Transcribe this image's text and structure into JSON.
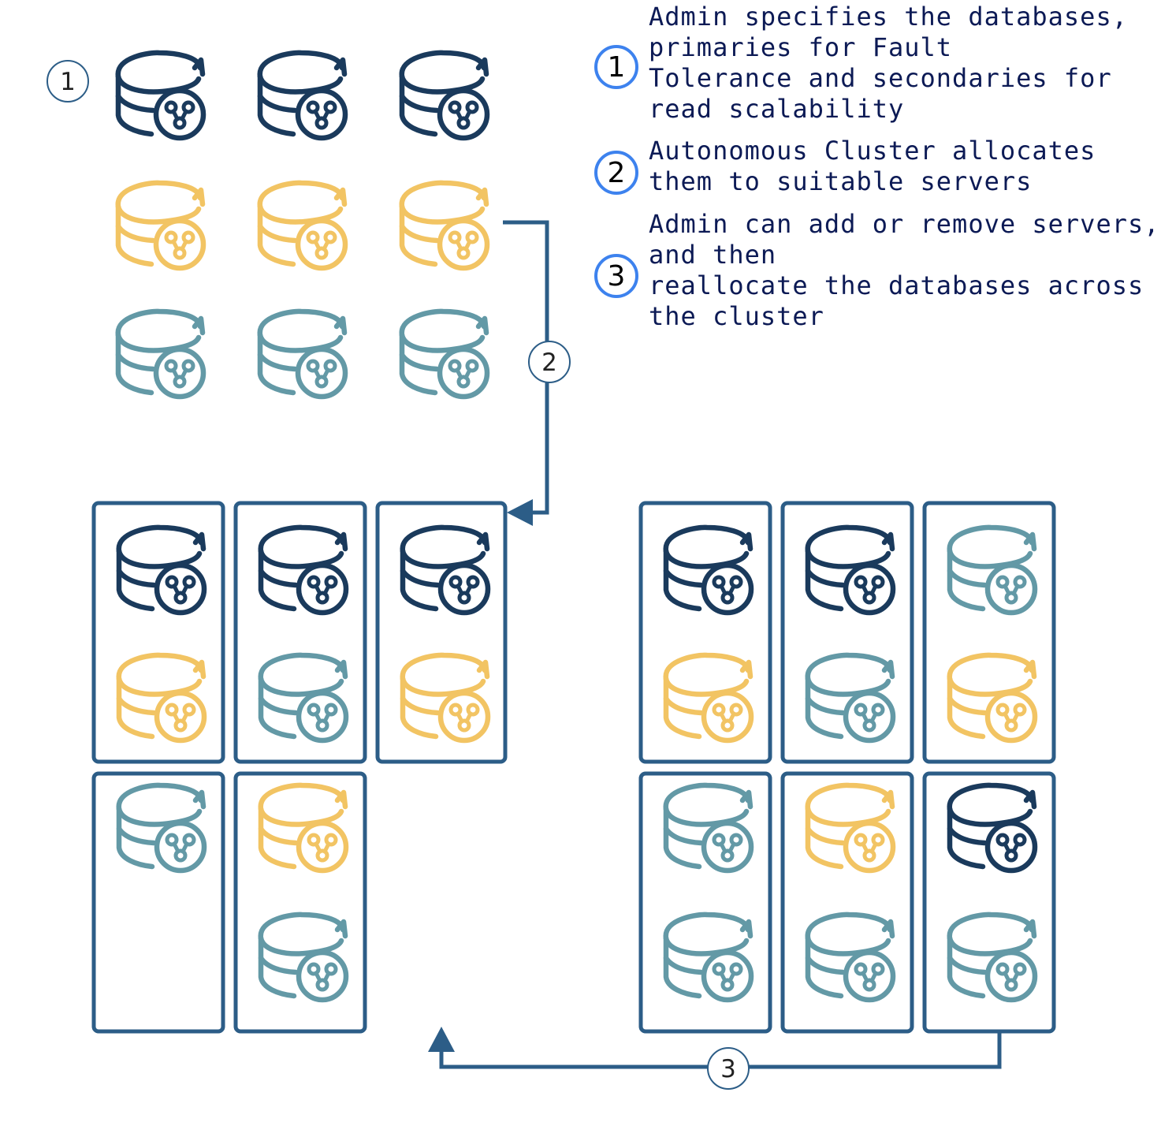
{
  "legend": [
    {
      "number": "1",
      "text": "Admin specifies the databases,\nprimaries for Fault\nTolerance and secondaries for\nread scalability"
    },
    {
      "number": "2",
      "text": "Autonomous Cluster allocates\nthem to suitable servers"
    },
    {
      "number": "3",
      "text": "Admin can add or remove servers,\nand then\nreallocate the databases across\nthe cluster"
    }
  ],
  "steps": {
    "step1": "1",
    "step2": "2",
    "step3": "3"
  },
  "colors": {
    "navy": "#1a3a5c",
    "gold": "#f2c463",
    "teal": "#6399a6",
    "server_border": "#2c5d87",
    "arrow": "#2c5d87",
    "badge_ring": "#3d82ee"
  },
  "icon_name": "database-replica-icon",
  "databases": {
    "rows": [
      [
        "navy",
        "navy",
        "navy"
      ],
      [
        "gold",
        "gold",
        "gold"
      ],
      [
        "teal",
        "teal",
        "teal"
      ]
    ]
  },
  "cluster_before": {
    "servers": [
      [
        "navy",
        "gold"
      ],
      [
        "navy",
        "teal"
      ],
      [
        "navy",
        "gold"
      ],
      [
        "teal"
      ],
      [
        "gold",
        "teal"
      ]
    ]
  },
  "cluster_after": {
    "servers": [
      [
        "navy",
        "gold"
      ],
      [
        "navy",
        "teal"
      ],
      [
        "teal",
        "gold"
      ],
      [
        "teal",
        "teal"
      ],
      [
        "gold",
        "teal"
      ],
      [
        "navy",
        "teal"
      ]
    ]
  }
}
